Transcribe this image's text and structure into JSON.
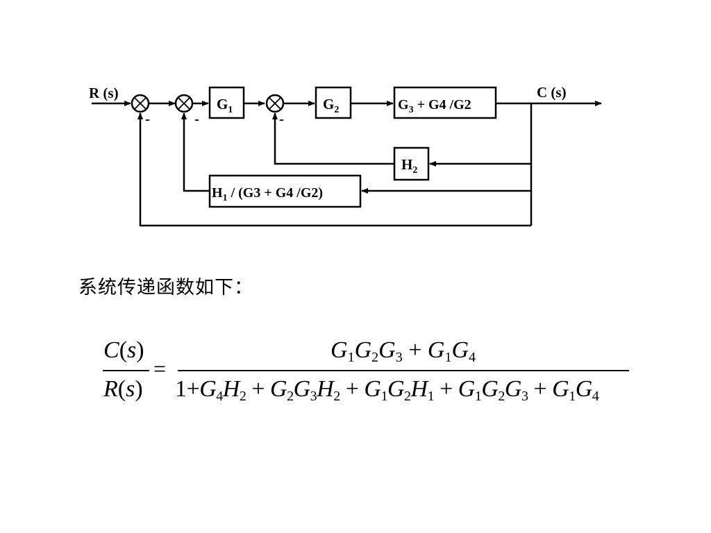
{
  "diagram": {
    "input_label": "R (s)",
    "output_label": "C (s)",
    "blocks": {
      "g1": {
        "main": "G",
        "sub": "1",
        "rest": ""
      },
      "g2": {
        "main": "G",
        "sub": "2",
        "rest": ""
      },
      "g3": {
        "main": "G",
        "sub": "3",
        "rest": " + G4 /G2"
      },
      "h2": {
        "main": "H",
        "sub": "2",
        "rest": ""
      },
      "h1": {
        "main": "H",
        "sub": "1",
        "rest": " / (G3 + G4 /G2)"
      }
    },
    "signs": {
      "sum1": "-",
      "sum2": "-",
      "sum3": "-"
    }
  },
  "caption": "系统传递函数如下：",
  "equation": {
    "lhs_numerator": "C(s)",
    "lhs_denominator": "R(s)",
    "equals": "=",
    "numerator": "G1G2G3 + G1G4",
    "denominator": "1 + G4H2 + G2G3H2 + G1G2H1 + G1G2G3 + G1G4"
  }
}
